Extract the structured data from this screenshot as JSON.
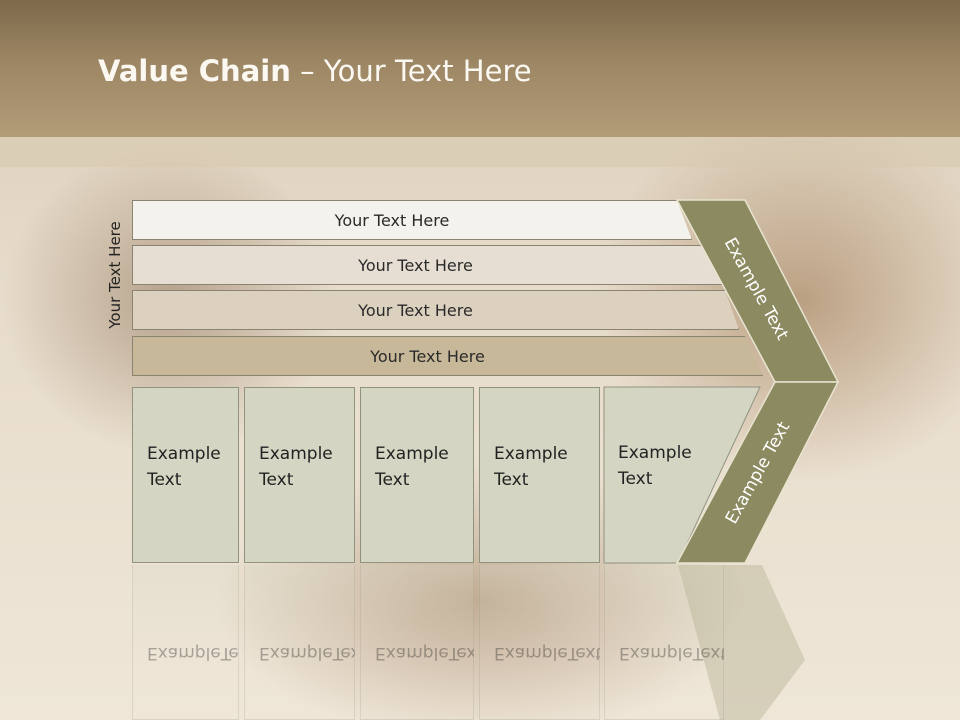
{
  "slide": {
    "title_bold": "Value Chain",
    "title_rest": " – Your Text Here",
    "side_label": "Your Text Here",
    "rows": [
      "Your Text Here",
      "Your Text Here",
      "Your Text Here",
      "Your Text Here"
    ],
    "columns": [
      {
        "line1": "Example",
        "line2": "Text"
      },
      {
        "line1": "Example",
        "line2": "Text"
      },
      {
        "line1": "Example",
        "line2": "Text"
      },
      {
        "line1": "Example",
        "line2": "Text"
      },
      {
        "line1": "Example",
        "line2": "Text"
      }
    ],
    "chevron_top_text": "Example Text",
    "chevron_bottom_text": "Example Text"
  },
  "colors": {
    "header": "#9c8663",
    "chevron": "#8b8a60",
    "columns": "#d4d5c2"
  }
}
